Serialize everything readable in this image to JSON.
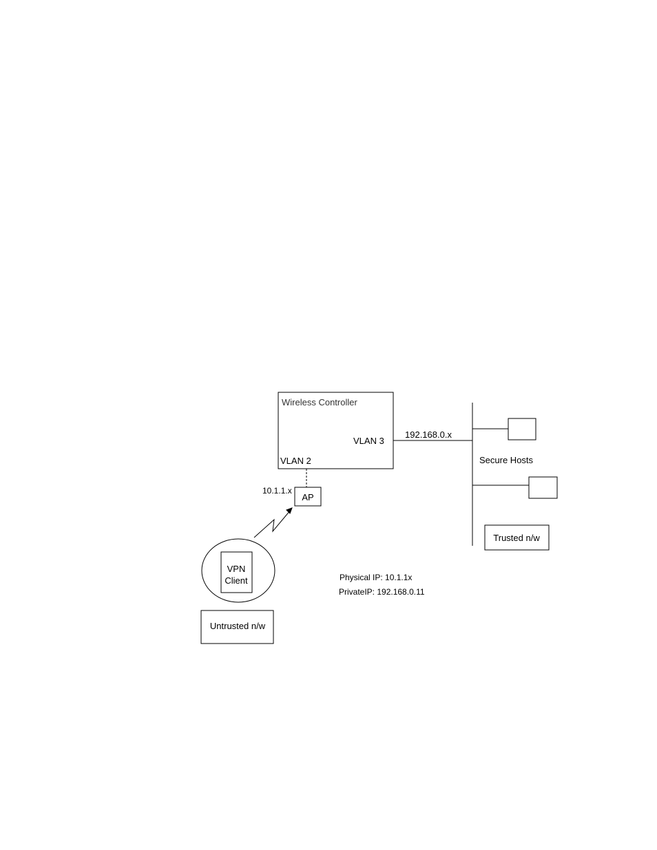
{
  "diagram": {
    "wireless_controller": {
      "title": "Wireless Controller",
      "vlan2_label": "VLAN 2",
      "vlan3_label": "VLAN 3"
    },
    "ap": {
      "label": "AP",
      "subnet_label": "10.1.1.x"
    },
    "secure_link": {
      "subnet_label": "192.168.0.x"
    },
    "secure_hosts": {
      "label": "Secure Hosts"
    },
    "trusted_network": {
      "label": "Trusted n/w"
    },
    "vpn_client": {
      "line1": "VPN",
      "line2": "Client"
    },
    "untrusted_network": {
      "label": "Untrusted n/w"
    },
    "client_addresses": {
      "physical_ip": "Physical IP: 10.1.1x",
      "private_ip": "PrivateIP: 192.168.0.11"
    }
  }
}
